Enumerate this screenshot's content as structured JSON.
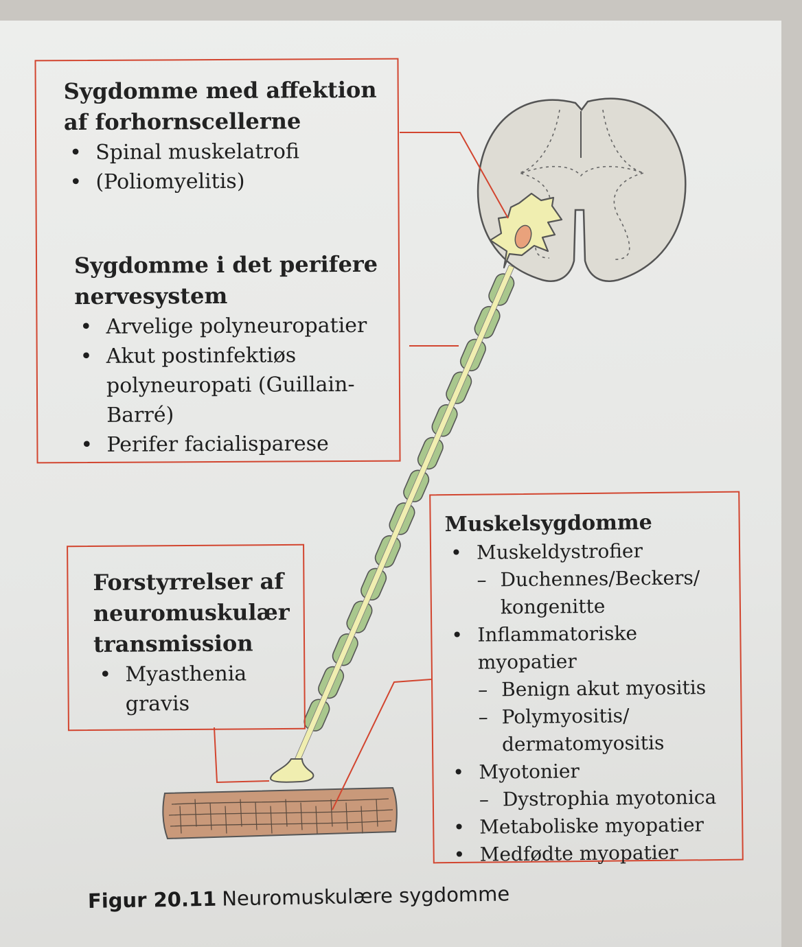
{
  "boxes": {
    "anterior_horn": {
      "title": "Sygdomme med affektion af forhornscellerne",
      "items": [
        "Spinal muskelatrofi",
        "(Poliomyelitis)"
      ]
    },
    "peripheral": {
      "title": "Sygdomme i det perifere nervesystem",
      "items": [
        "Arvelige polyneuropatier",
        "Akut postinfektiøs polyneuropati (Guillain-Barré)",
        "Perifer facialisparese"
      ]
    },
    "nmj": {
      "title": "Forstyrrelser af neuromuskulær transmission",
      "items": [
        "Myasthenia gravis"
      ]
    },
    "muscle": {
      "title": "Muskelsygdomme",
      "items": [
        "Muskeldystrofier",
        "Duchennes/Beckers/ kongenitte",
        "Inflammatoriske myopatier",
        "Benign akut myositis",
        "Polymyositis/ dermatomyositis",
        "Myotonier",
        "Dystrophia myotonica",
        "Metaboliske myopatier",
        "Medfødte myopatier"
      ]
    }
  },
  "caption": {
    "label": "Figur 20.11",
    "text": "Neuromuskulære sygdomme"
  },
  "colors": {
    "frame": "#d2452f",
    "spinal_cord": "#dedcd4",
    "neuron": "#f0eeb0",
    "nucleus": "#e9a27c",
    "myelin": "#a9c78d",
    "muscle": "#c9997a"
  }
}
